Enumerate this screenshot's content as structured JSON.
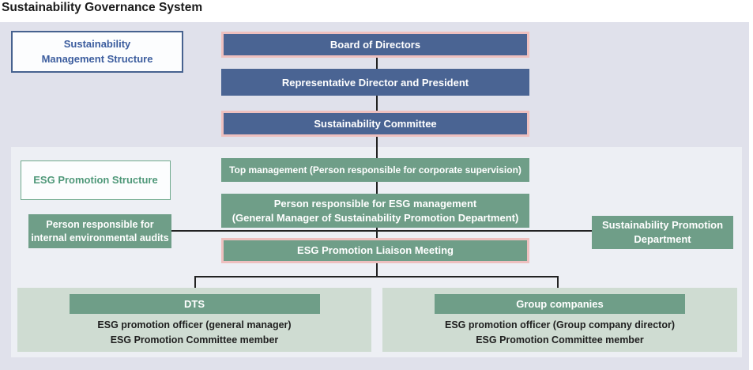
{
  "title": "Sustainability Governance System",
  "colors": {
    "outer_background": "#e0e1eb",
    "inner_background": "#edeff4",
    "blue_box": "#4a6493",
    "green_box": "#6f9e88",
    "pink_border": "#eec0bf",
    "panel_background": "#cfdcd2",
    "blue_text": "#3c5d9e",
    "green_text": "#4f9879",
    "connector": "#222222"
  },
  "management_structure": {
    "label_line1": "Sustainability",
    "label_line2": "Management Structure",
    "boxes": [
      {
        "label": "Board of Directors",
        "pink_border": true
      },
      {
        "label": "Representative Director and President",
        "pink_border": false
      },
      {
        "label": "Sustainability Committee",
        "pink_border": true
      }
    ]
  },
  "esg_structure": {
    "label": "ESG Promotion Structure",
    "top_management": "Top management (Person responsible for corporate supervision)",
    "esg_manager_line1": "Person responsible for ESG management",
    "esg_manager_line2": "(General Manager of Sustainability Promotion Department)",
    "liaison_meeting": "ESG Promotion Liaison Meeting",
    "internal_audits_line1": "Person responsible for",
    "internal_audits_line2": "internal environmental audits",
    "promotion_dept_line1": "Sustainability Promotion",
    "promotion_dept_line2": "Department",
    "panels": [
      {
        "header": "DTS",
        "line1": "ESG promotion officer (general manager)",
        "line2": "ESG Promotion Committee member"
      },
      {
        "header": "Group companies",
        "line1": "ESG promotion officer (Group company director)",
        "line2": "ESG Promotion Committee member"
      }
    ]
  }
}
